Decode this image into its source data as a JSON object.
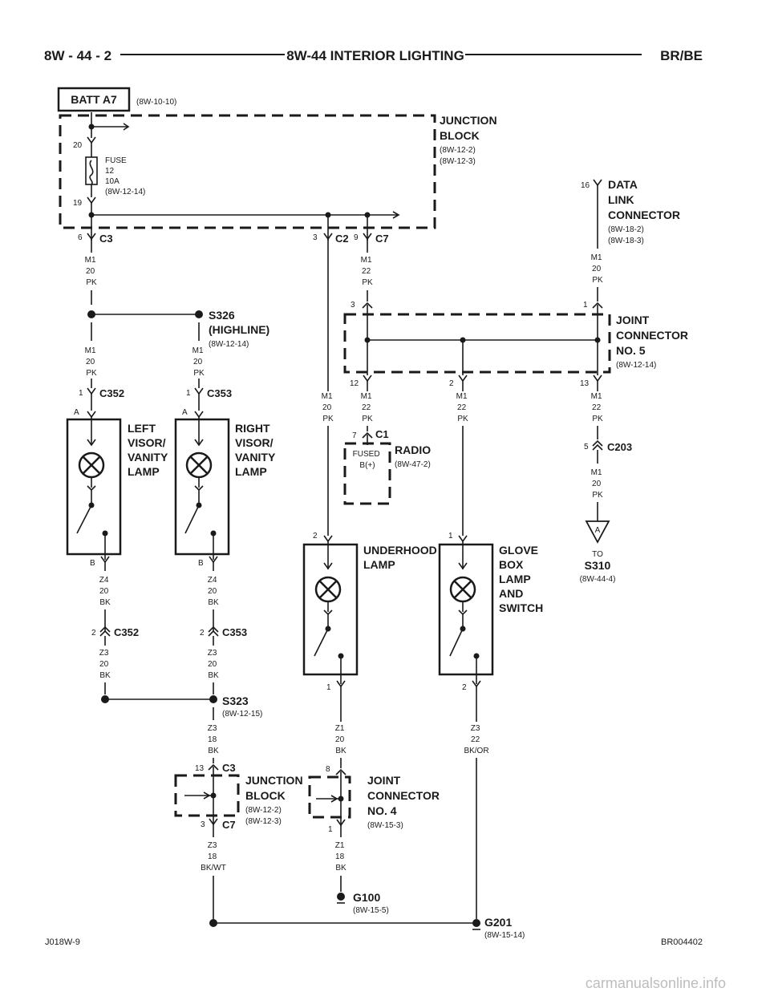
{
  "header": {
    "page": "8W - 44 - 2",
    "title": "8W-44 INTERIOR LIGHTING",
    "model": "BR/BE"
  },
  "batt": {
    "label": "BATT A7",
    "ref": "(8W-10-10)"
  },
  "junction_block_top": {
    "title": [
      "JUNCTION",
      "BLOCK"
    ],
    "refs": [
      "(8W-12-2)",
      "(8W-12-3)"
    ]
  },
  "fuse": {
    "lines": [
      "FUSE",
      "12",
      "10A",
      "(8W-12-14)"
    ],
    "pin_in": "20",
    "pin_out": "19"
  },
  "connectors": {
    "c3": "C3",
    "c2": "C2",
    "c7": "C7",
    "c352": "C352",
    "c353": "C353",
    "c1": "C1",
    "c203": "C203",
    "c3_bottom": "C3",
    "c7_bottom": "C7"
  },
  "pins": {
    "c3_6": "6",
    "c2_3": "3",
    "c7_9": "9",
    "jc5_3": "3",
    "jc5_1": "1",
    "jc5_12": "12",
    "jc5_2": "2",
    "jc5_13": "13",
    "dlc_16": "16",
    "c352_1": "1",
    "c353_1": "1",
    "lvl_a": "A",
    "rvl_a": "A",
    "lvl_b": "B",
    "rvl_b": "B",
    "c352_2": "2",
    "c353_2": "2",
    "radio_7": "7",
    "c203_5": "5",
    "uh_2": "2",
    "uh_1": "1",
    "gb_1": "1",
    "gb_2": "2",
    "jb_13": "13",
    "jb_3": "3",
    "jc4_8": "8",
    "jc4_1": "1",
    "s310_a": "A"
  },
  "wires": {
    "w_c3": [
      "M1",
      "20",
      "PK"
    ],
    "w_c7": [
      "M1",
      "22",
      "PK"
    ],
    "w_dlc": [
      "M1",
      "20",
      "PK"
    ],
    "w_lvl": [
      "M1",
      "20",
      "PK"
    ],
    "w_rvl": [
      "M1",
      "20",
      "PK"
    ],
    "w_c2": [
      "M1",
      "20",
      "PK"
    ],
    "w_jc12": [
      "M1",
      "22",
      "PK"
    ],
    "w_jc2": [
      "M1",
      "22",
      "PK"
    ],
    "w_jc13": [
      "M1",
      "22",
      "PK"
    ],
    "w_c203": [
      "M1",
      "20",
      "PK"
    ],
    "w_lvl_b": [
      "Z4",
      "20",
      "BK"
    ],
    "w_rvl_b": [
      "Z4",
      "20",
      "BK"
    ],
    "w_c352_2": [
      "Z3",
      "20",
      "BK"
    ],
    "w_c353_2": [
      "Z3",
      "20",
      "BK"
    ],
    "w_s323": [
      "Z3",
      "18",
      "BK"
    ],
    "w_uh": [
      "Z1",
      "20",
      "BK"
    ],
    "w_gb": [
      "Z3",
      "22",
      "BK/OR"
    ],
    "w_jb3": [
      "Z3",
      "18",
      "BK/WT"
    ],
    "w_jc4": [
      "Z1",
      "18",
      "BK"
    ]
  },
  "splices": {
    "s326": {
      "name": [
        "S326",
        "(HIGHLINE)"
      ],
      "ref": "(8W-12-14)"
    },
    "s323": {
      "name": "S323",
      "ref": "(8W-12-15)"
    }
  },
  "components": {
    "dlc": {
      "title": [
        "DATA",
        "LINK",
        "CONNECTOR"
      ],
      "refs": [
        "(8W-18-2)",
        "(8W-18-3)"
      ]
    },
    "jc5": {
      "title": [
        "JOINT",
        "CONNECTOR",
        "NO. 5"
      ],
      "ref": "(8W-12-14)"
    },
    "left_visor": {
      "title": [
        "LEFT",
        "VISOR/",
        "VANITY",
        "LAMP"
      ]
    },
    "right_visor": {
      "title": [
        "RIGHT",
        "VISOR/",
        "VANITY",
        "LAMP"
      ]
    },
    "radio": {
      "title": "RADIO",
      "ref": "(8W-47-2)",
      "inner": [
        "FUSED",
        "B(+)"
      ]
    },
    "underhood": {
      "title": [
        "UNDERHOOD",
        "LAMP"
      ]
    },
    "glove_box": {
      "title": [
        "GLOVE",
        "BOX",
        "LAMP",
        "AND",
        "SWITCH"
      ]
    },
    "s310": {
      "to": "TO",
      "name": "S310",
      "ref": "(8W-44-4)"
    },
    "jb_bottom": {
      "title": [
        "JUNCTION",
        "BLOCK"
      ],
      "refs": [
        "(8W-12-2)",
        "(8W-12-3)"
      ]
    },
    "jc4": {
      "title": [
        "JOINT",
        "CONNECTOR",
        "NO. 4"
      ],
      "ref": "(8W-15-3)"
    }
  },
  "grounds": {
    "g100": {
      "name": "G100",
      "ref": "(8W-15-5)"
    },
    "g201": {
      "name": "G201",
      "ref": "(8W-15-14)"
    }
  },
  "footer": {
    "left": "J018W-9",
    "right": "BR004402",
    "watermark": "carmanualsonline.info"
  }
}
